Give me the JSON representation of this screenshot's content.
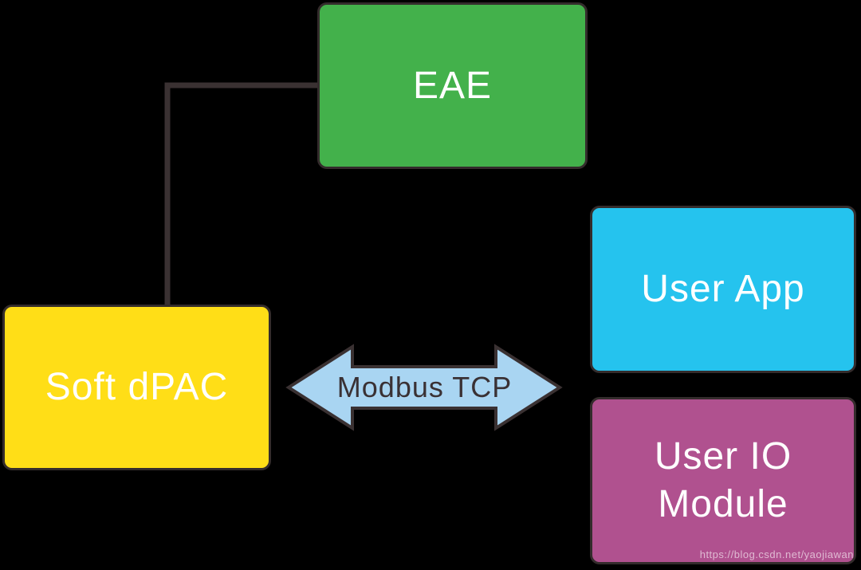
{
  "diagram": {
    "background": "#000000",
    "label_text_color": "#ffffff",
    "nodes": {
      "eae": {
        "label": "EAE",
        "color": "#43b14b"
      },
      "soft_dpac": {
        "label": "Soft dPAC",
        "color": "#ffde17"
      },
      "user_app": {
        "label": "User App",
        "color": "#25c3ee"
      },
      "user_io": {
        "label": "User IO Module",
        "color": "#b0518f"
      }
    },
    "connector": {
      "color": "#3a3132"
    },
    "link_arrow": {
      "label": "Modbus TCP",
      "fill": "#a9d5f2",
      "outline": "#3a3132",
      "label_color": "#3a3134",
      "direction": "bidirectional"
    }
  },
  "watermark": {
    "text": "https://blog.csdn.net/yaojiawan"
  }
}
